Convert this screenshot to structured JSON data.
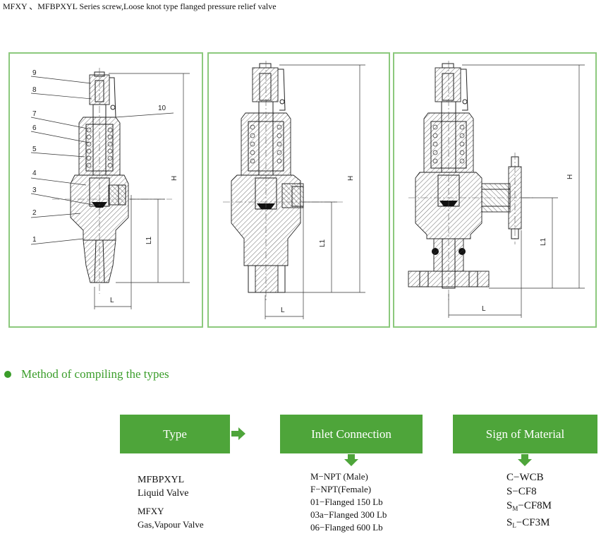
{
  "title": "MFXY 、MFBPXYL Series screw,Loose knot type flanged pressure relief valve",
  "drawings": {
    "callouts": [
      "9",
      "8",
      "7",
      "6",
      "5",
      "4",
      "3",
      "2",
      "1",
      "10"
    ],
    "dim_H": "H",
    "dim_L1": "L1",
    "dim_L": "L"
  },
  "section": {
    "heading": "Method of compiling the types",
    "accent_color": "#3a9d2a",
    "box_color": "#4ea53a"
  },
  "boxes": {
    "type": "Type",
    "inlet": "Inlet Connection",
    "material": "Sign of Material"
  },
  "type_list": {
    "item1": "MFBPXYL",
    "item2": "Liquid Valve",
    "item3": "MFXY",
    "item4": "Gas,Vapour Valve"
  },
  "inlet_list": [
    "M−NPT (Male)",
    "F−NPT(Female)",
    "01−Flanged 150 Lb",
    "03a−Flanged 300 Lb",
    "06−Flanged 600 Lb"
  ],
  "material_list": {
    "m1": "C−WCB",
    "m2": "S−CF8",
    "m3_pre": "S",
    "m3_sub": "M",
    "m3_post": "−CF8M",
    "m4_pre": "S",
    "m4_sub": "L",
    "m4_post": "−CF3M"
  }
}
